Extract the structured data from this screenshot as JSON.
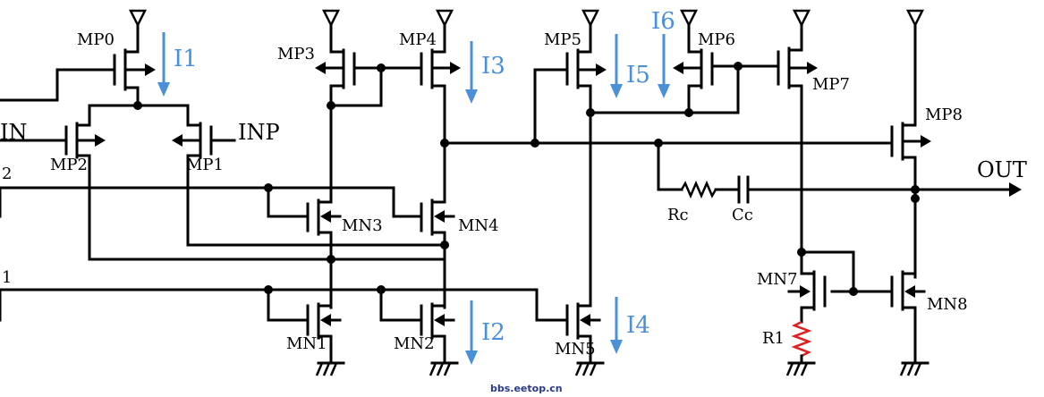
{
  "labels": {
    "MP0": "MP0",
    "MP1": "MP1",
    "MP2": "MP2",
    "MP3": "MP3",
    "MP4": "MP4",
    "MP5": "MP5",
    "MP6": "MP6",
    "MP7": "MP7",
    "MP8": "MP8",
    "MN1": "MN1",
    "MN2": "MN2",
    "MN3": "MN3",
    "MN4": "MN4",
    "MN5": "MN5",
    "MN7": "MN7",
    "MN8": "MN8",
    "INN": "IN",
    "INP": "INP",
    "OUT": "OUT",
    "Rc": "Rc",
    "Cc": "Cc",
    "R1": "R1",
    "V2": "2",
    "V1": "1"
  },
  "currents": {
    "I1": "I1",
    "I2": "I2",
    "I3": "I3",
    "I4": "I4",
    "I5": "I5",
    "I6": "I6"
  },
  "watermark": "bbs.eetop.cn",
  "colors": {
    "current": "#4a90d9",
    "resistor_r1": "#e02020",
    "wire": "#000000"
  }
}
